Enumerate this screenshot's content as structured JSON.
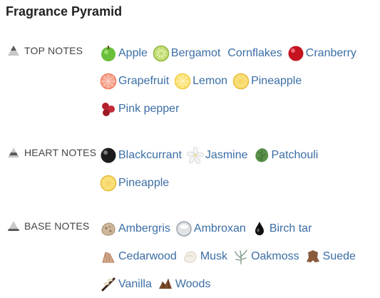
{
  "title": "Fragrance Pyramid",
  "sections": [
    {
      "label": "TOP NOTES",
      "notes": [
        {
          "name": "Apple",
          "icon": "apple-icon"
        },
        {
          "name": "Bergamot",
          "icon": "bergamot-icon"
        },
        {
          "name": "Cornflakes",
          "icon": ""
        },
        {
          "name": "Cranberry",
          "icon": "cranberry-icon"
        },
        {
          "name": "Grapefruit",
          "icon": "grapefruit-icon"
        },
        {
          "name": "Lemon",
          "icon": "lemon-icon"
        },
        {
          "name": "Pineapple",
          "icon": "pineapple-icon"
        },
        {
          "name": "Pink pepper",
          "icon": "pink-pepper-icon"
        }
      ]
    },
    {
      "label": "HEART NOTES",
      "notes": [
        {
          "name": "Blackcurrant",
          "icon": "blackcurrant-icon"
        },
        {
          "name": "Jasmine",
          "icon": "jasmine-icon"
        },
        {
          "name": "Patchouli",
          "icon": "patchouli-icon"
        },
        {
          "name": "Pineapple",
          "icon": "pineapple-icon"
        }
      ]
    },
    {
      "label": "BASE NOTES",
      "notes": [
        {
          "name": "Ambergris",
          "icon": "ambergris-icon"
        },
        {
          "name": "Ambroxan",
          "icon": "ambroxan-icon"
        },
        {
          "name": "Birch tar",
          "icon": "birch-tar-icon"
        },
        {
          "name": "Cedarwood",
          "icon": "cedarwood-icon"
        },
        {
          "name": "Musk",
          "icon": "musk-icon"
        },
        {
          "name": "Oakmoss",
          "icon": "oakmoss-icon"
        },
        {
          "name": "Suede",
          "icon": "suede-icon"
        },
        {
          "name": "Vanilla",
          "icon": "vanilla-icon"
        },
        {
          "name": "Woods",
          "icon": "woods-icon"
        }
      ]
    }
  ],
  "colors": {
    "link": "#3b6ea5",
    "label": "#444444",
    "title": "#222222"
  }
}
